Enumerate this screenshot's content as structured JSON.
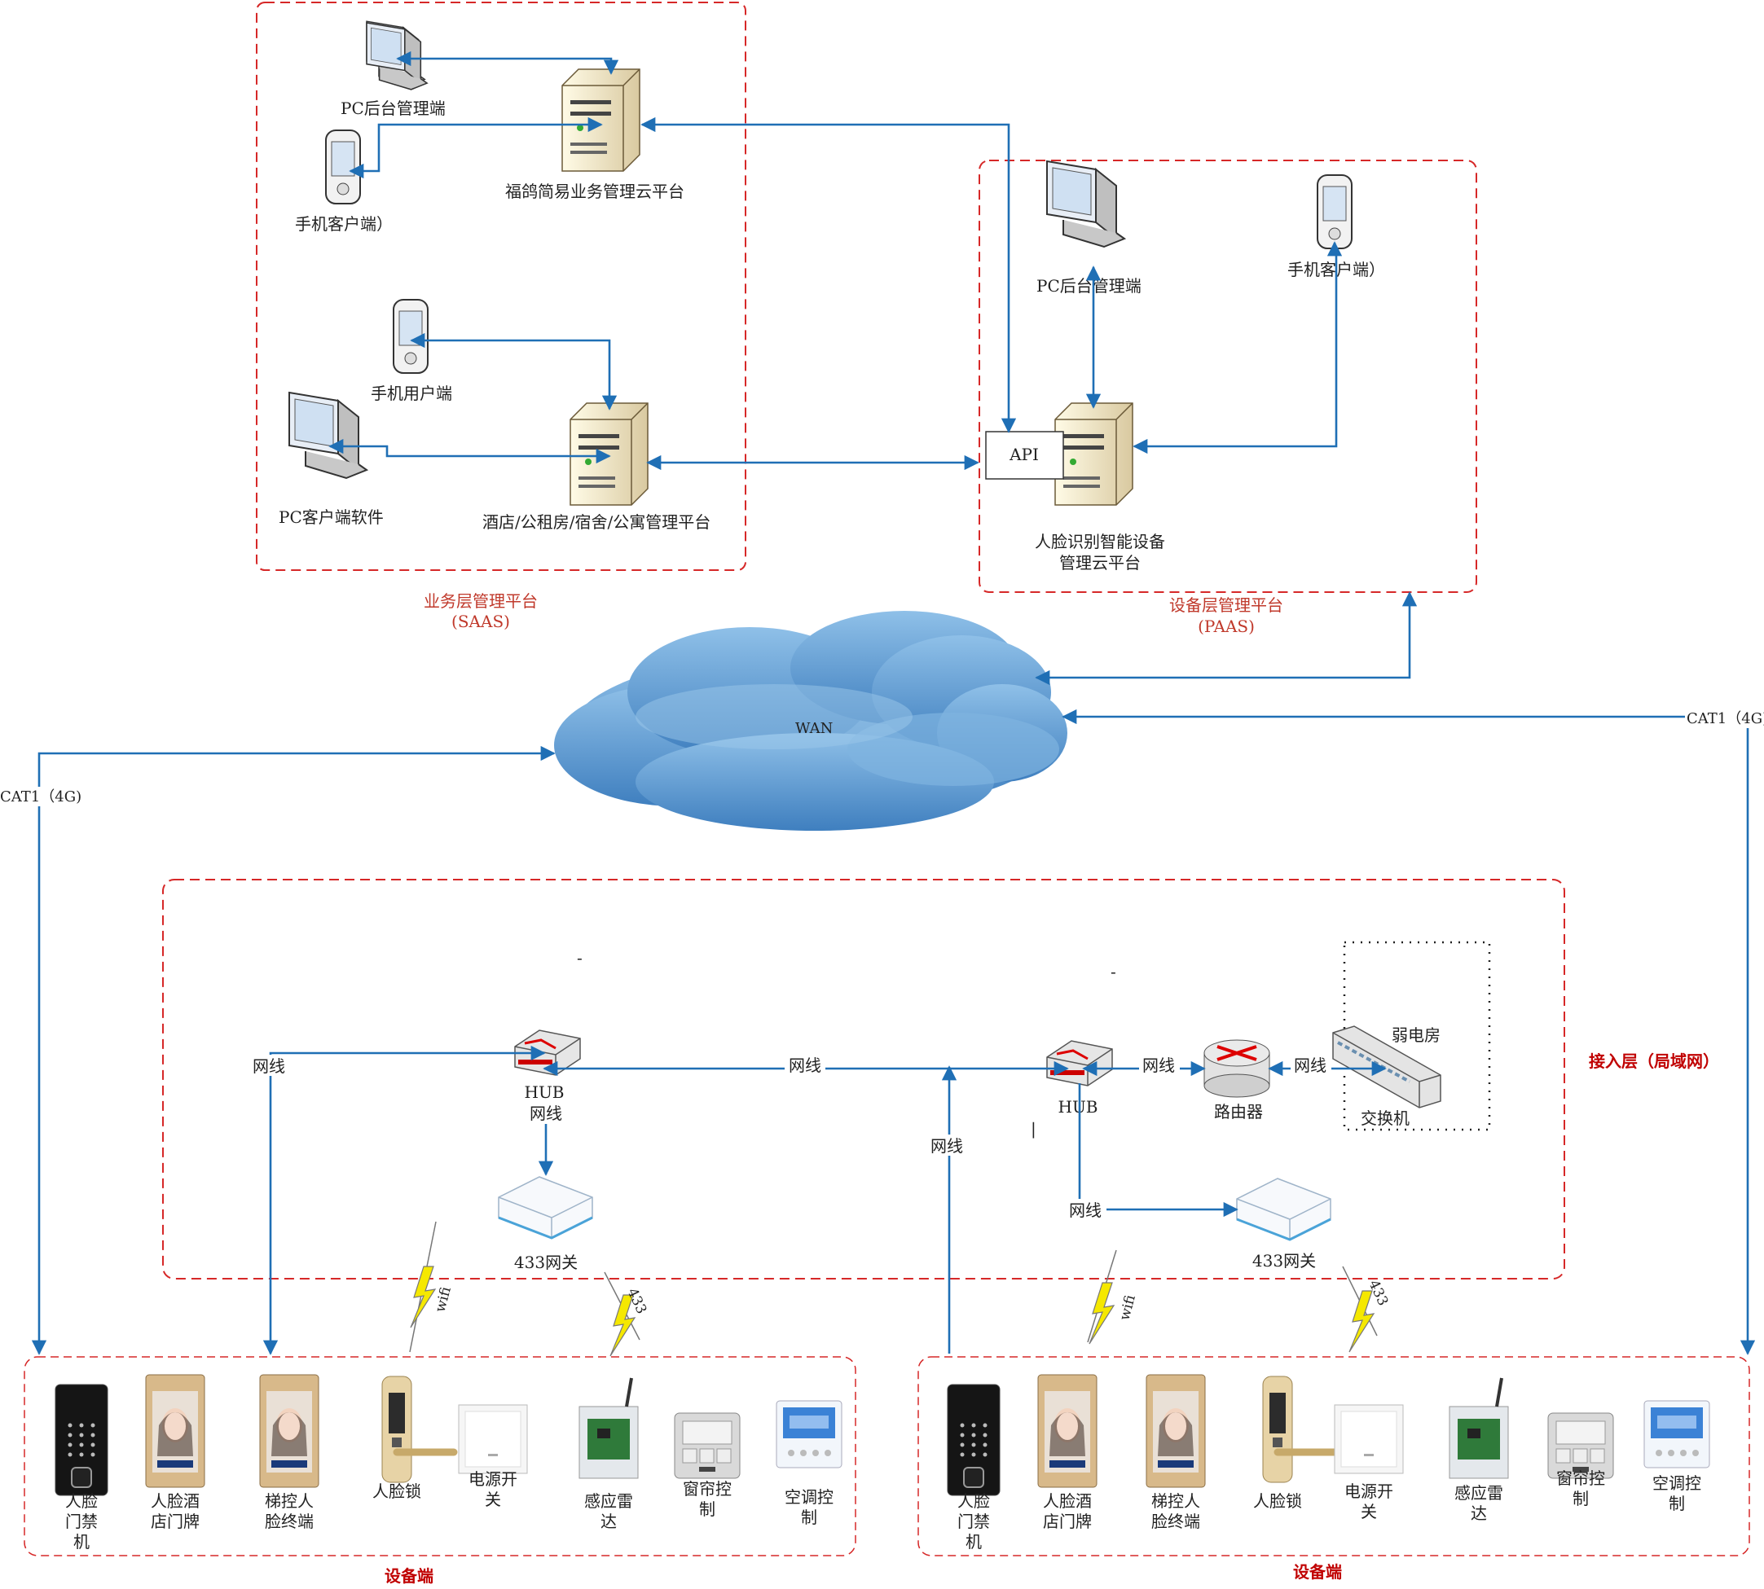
{
  "saas": {
    "pc_admin": "PC后台管理端",
    "mobile_client": "手机客户端）",
    "business_cloud": "福鸽简易业务管理云平台",
    "mobile_user": "手机用户端",
    "pc_client_software": "PC客户端软件",
    "hotel_platform": "酒店/公租房/宿舍/公寓管理平台",
    "title_line1": "业务层管理平台",
    "title_line2": "(SAAS)"
  },
  "paas": {
    "pc_admin": "PC后台管理端",
    "mobile_client": "手机客户端）",
    "api": "API",
    "face_cloud_line1": "人脸识别智能设备",
    "face_cloud_line2": "管理云平台",
    "title_line1": "设备层管理平台",
    "title_line2": "(PAAS)"
  },
  "wan": {
    "label": "WAN",
    "cat1_left": "CAT1（4G)",
    "cat1_right": "CAT1（4G)"
  },
  "access": {
    "title": "接入层（局域网）",
    "hub_left": "HUB",
    "hub_left_cable": "网线",
    "hub_right": "HUB",
    "router": "路由器",
    "weak_room": "弱电房",
    "switch": "交换机",
    "gateway_left": "433网关",
    "gateway_right": "433网关",
    "cable_labels": [
      "网线",
      "网线",
      "网线",
      "网线",
      "网线",
      "网线"
    ],
    "wifi": "wifi",
    "rf433": "433"
  },
  "devices_left": {
    "title": "设备端",
    "items": [
      [
        "人脸",
        "门禁",
        "机"
      ],
      [
        "人脸酒",
        "店门牌"
      ],
      [
        "梯控人",
        "脸终端"
      ],
      [
        "人脸锁"
      ],
      [
        "电源开",
        "关"
      ],
      [
        "感应雷",
        "达"
      ],
      [
        "窗帘控",
        "制"
      ],
      [
        "空调控",
        "制"
      ]
    ]
  },
  "devices_right": {
    "title": "设备端",
    "items": [
      [
        "人脸",
        "门禁",
        "机"
      ],
      [
        "人脸酒",
        "店门牌"
      ],
      [
        "梯控人",
        "脸终端"
      ],
      [
        "人脸锁"
      ],
      [
        "电源开",
        "关"
      ],
      [
        "感应雷",
        "达"
      ],
      [
        "窗帘控",
        "制"
      ],
      [
        "空调控",
        "制"
      ]
    ]
  },
  "colors": {
    "wire": "#1f6fb5",
    "dashed_box": "#d62828",
    "label_red": "#c0392b",
    "cloud": "#5b9bd5"
  }
}
